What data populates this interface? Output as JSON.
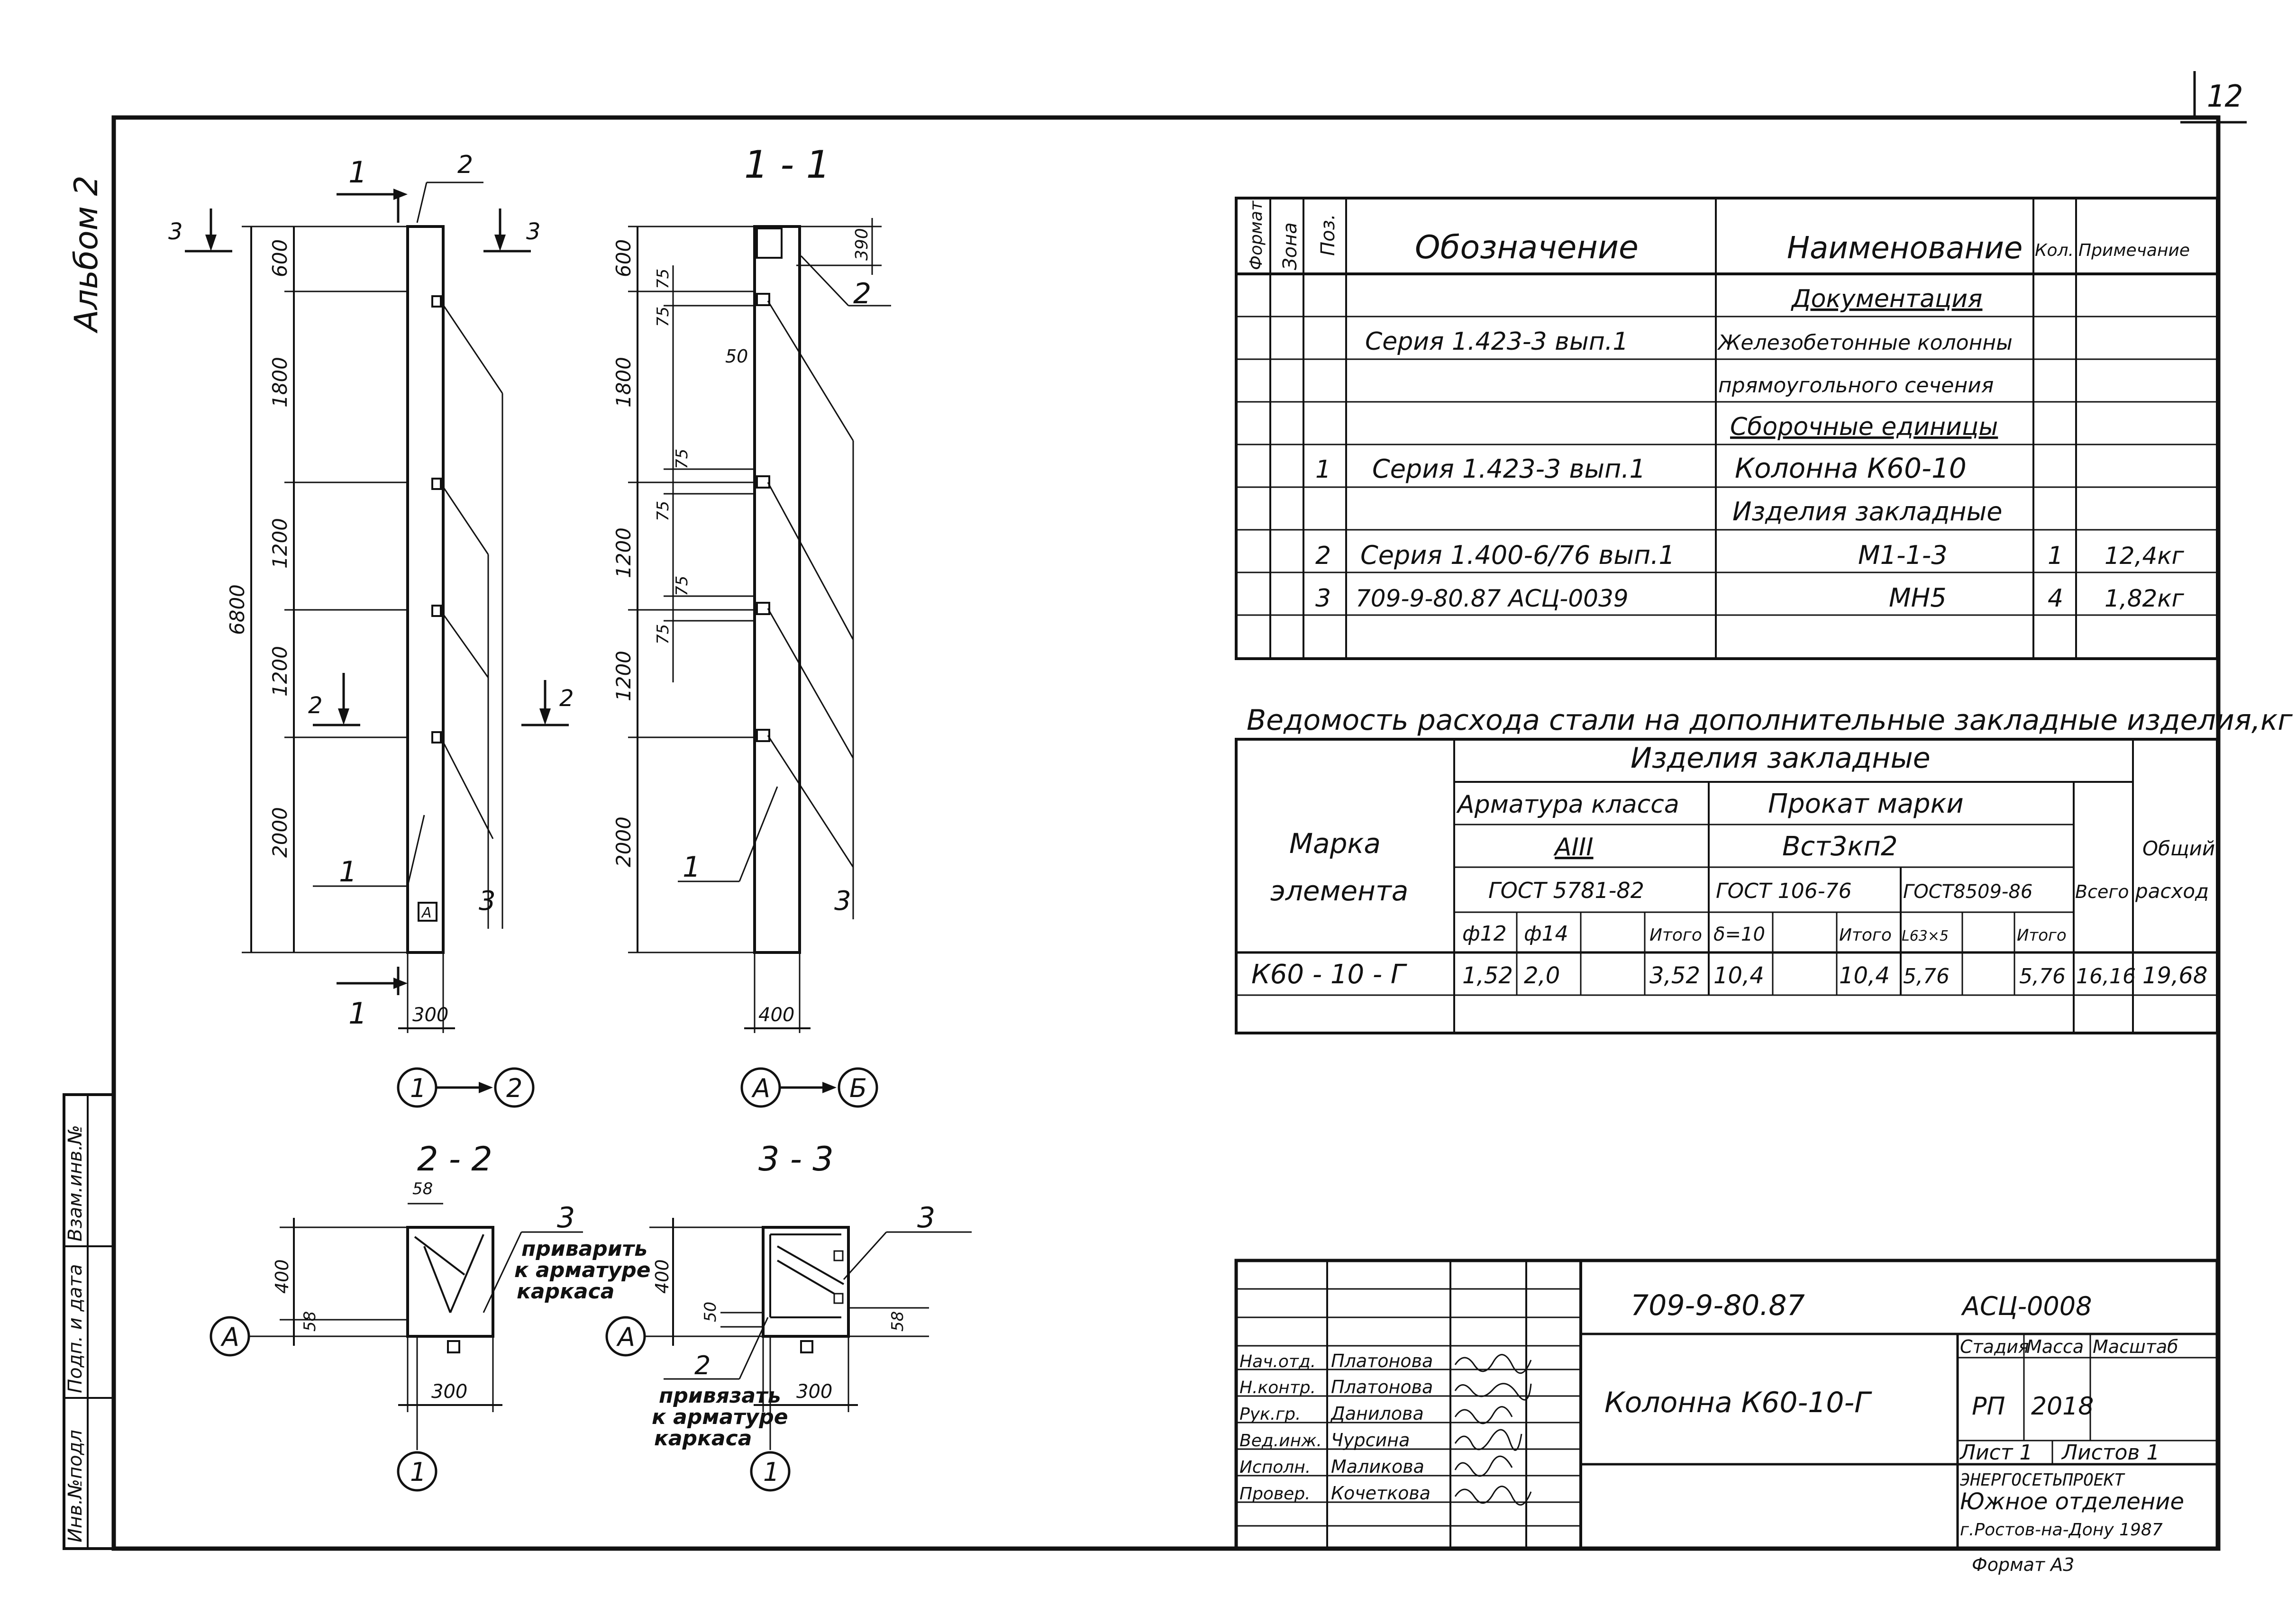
{
  "sheet_number": "12",
  "album_label": "Альбом 2",
  "left_stamp": [
    "Инв.№подл",
    "Подп. и дата",
    "Взам.инв.№"
  ],
  "views": {
    "front": {
      "dims": [
        "600",
        "1800",
        "1200",
        "1200",
        "2000"
      ],
      "total": "6800",
      "width": "300",
      "cuts": [
        "1",
        "1",
        "2",
        "2",
        "3",
        "3"
      ],
      "pos": [
        "1",
        "2",
        "3"
      ],
      "axes": [
        "1",
        "2"
      ],
      "mark": "А"
    },
    "section_1_1": {
      "title": "1 - 1",
      "dims": [
        "600",
        "1800",
        "1200",
        "1200",
        "2000"
      ],
      "small": [
        "75",
        "75",
        "75",
        "75",
        "75",
        "75"
      ],
      "top": "390",
      "offset": "50",
      "width": "400",
      "pos": [
        "1",
        "2",
        "3"
      ],
      "axes": [
        "А",
        "Б"
      ]
    },
    "section_2_2": {
      "title": "2 - 2",
      "d58a": "58",
      "d400": "400",
      "d58b": "58",
      "width": "300",
      "pos": "3",
      "note": [
        "приварить",
        "к арматуре",
        "каркаса"
      ],
      "axis_left": "А",
      "axis_bottom": "1"
    },
    "section_3_3": {
      "title": "3 - 3",
      "d400": "400",
      "d50": "50",
      "d58": "58",
      "width": "300",
      "pos3": "3",
      "pos2": "2",
      "note": [
        "привязать",
        "к арматуре",
        "каркаса"
      ],
      "axis_left": "А",
      "axis_bottom": "1"
    }
  },
  "spec_table": {
    "headers": [
      "Формат",
      "Зона",
      "Поз.",
      "Обозначение",
      "Наименование",
      "Кол.",
      "Примечание"
    ],
    "rows": [
      {
        "pos": "",
        "desig": "",
        "name": "Документация",
        "qty": "",
        "note": ""
      },
      {
        "pos": "",
        "desig": "Серия 1.423-3  вып.1",
        "name": "Железобетонные колонны",
        "qty": "",
        "note": ""
      },
      {
        "pos": "",
        "desig": "",
        "name": "прямоугольного сечения",
        "qty": "",
        "note": ""
      },
      {
        "pos": "",
        "desig": "",
        "name": "Сборочные единицы",
        "qty": "",
        "note": ""
      },
      {
        "pos": "1",
        "desig": "Серия 1.423-3  вып.1",
        "name": "Колонна К60-10",
        "qty": "",
        "note": ""
      },
      {
        "pos": "",
        "desig": "",
        "name": "Изделия закладные",
        "qty": "",
        "note": ""
      },
      {
        "pos": "2",
        "desig": "Серия 1.400-6/76  вып.1",
        "name": "М1-1-3",
        "qty": "1",
        "note": "12,4кг"
      },
      {
        "pos": "3",
        "desig": "709-9-80.87   АСЦ-0039",
        "name": "МН5",
        "qty": "4",
        "note": "1,82кг"
      },
      {
        "pos": "",
        "desig": "",
        "name": "",
        "qty": "",
        "note": ""
      }
    ]
  },
  "steel_table": {
    "title": "Ведомость расхода стали на дополнительные закладные изделия,кг",
    "mark_header": [
      "Марка",
      "элемента"
    ],
    "group": "Изделия закладные",
    "armatura": "Арматура класса",
    "armatura_class": "АIII",
    "armatura_gost": "ГОСТ 5781-82",
    "prokat": "Прокат марки",
    "prokat_mark": "Вст3кп2",
    "gost_a": "ГОСТ 106-76",
    "gost_b": "ГОСТ8509-86",
    "total_header": "Всего",
    "general_header": [
      "Общий",
      "расход"
    ],
    "subcols": [
      "ф12",
      "ф14",
      "",
      "Итого",
      "δ=10",
      "",
      "Итого",
      "L63×5",
      "",
      "Итого"
    ],
    "row": {
      "mark": "К60 - 10 - Г",
      "values": [
        "1,52",
        "2,0",
        "",
        "3,52",
        "10,4",
        "",
        "10,4",
        "5,76",
        "",
        "5,76",
        "16,16",
        "19,68"
      ]
    }
  },
  "title_block": {
    "code": "709-9-80.87",
    "doc": "АСЦ-0008",
    "name": "Колонна К60-10-Г",
    "stage_h": "Стадия",
    "mass_h": "Масса",
    "scale_h": "Масштаб",
    "stage": "РП",
    "mass": "2018",
    "sheet": "Лист 1",
    "sheets": "Листов 1",
    "org": [
      "ЭНЕРГОСЕТЬПРОЕКТ",
      "Южное отделение",
      "г.Ростов-на-Дону 1987"
    ],
    "roles": [
      {
        "role": "Нач.отд.",
        "name": "Платонова"
      },
      {
        "role": "Н.контр.",
        "name": "Платонова"
      },
      {
        "role": "Рук.гр.",
        "name": "Данилова"
      },
      {
        "role": "Вед.инж.",
        "name": "Чурсина"
      },
      {
        "role": "Исполн.",
        "name": "Маликова"
      },
      {
        "role": "Провер.",
        "name": "Кочеткова"
      }
    ],
    "format": "Формат А3"
  }
}
